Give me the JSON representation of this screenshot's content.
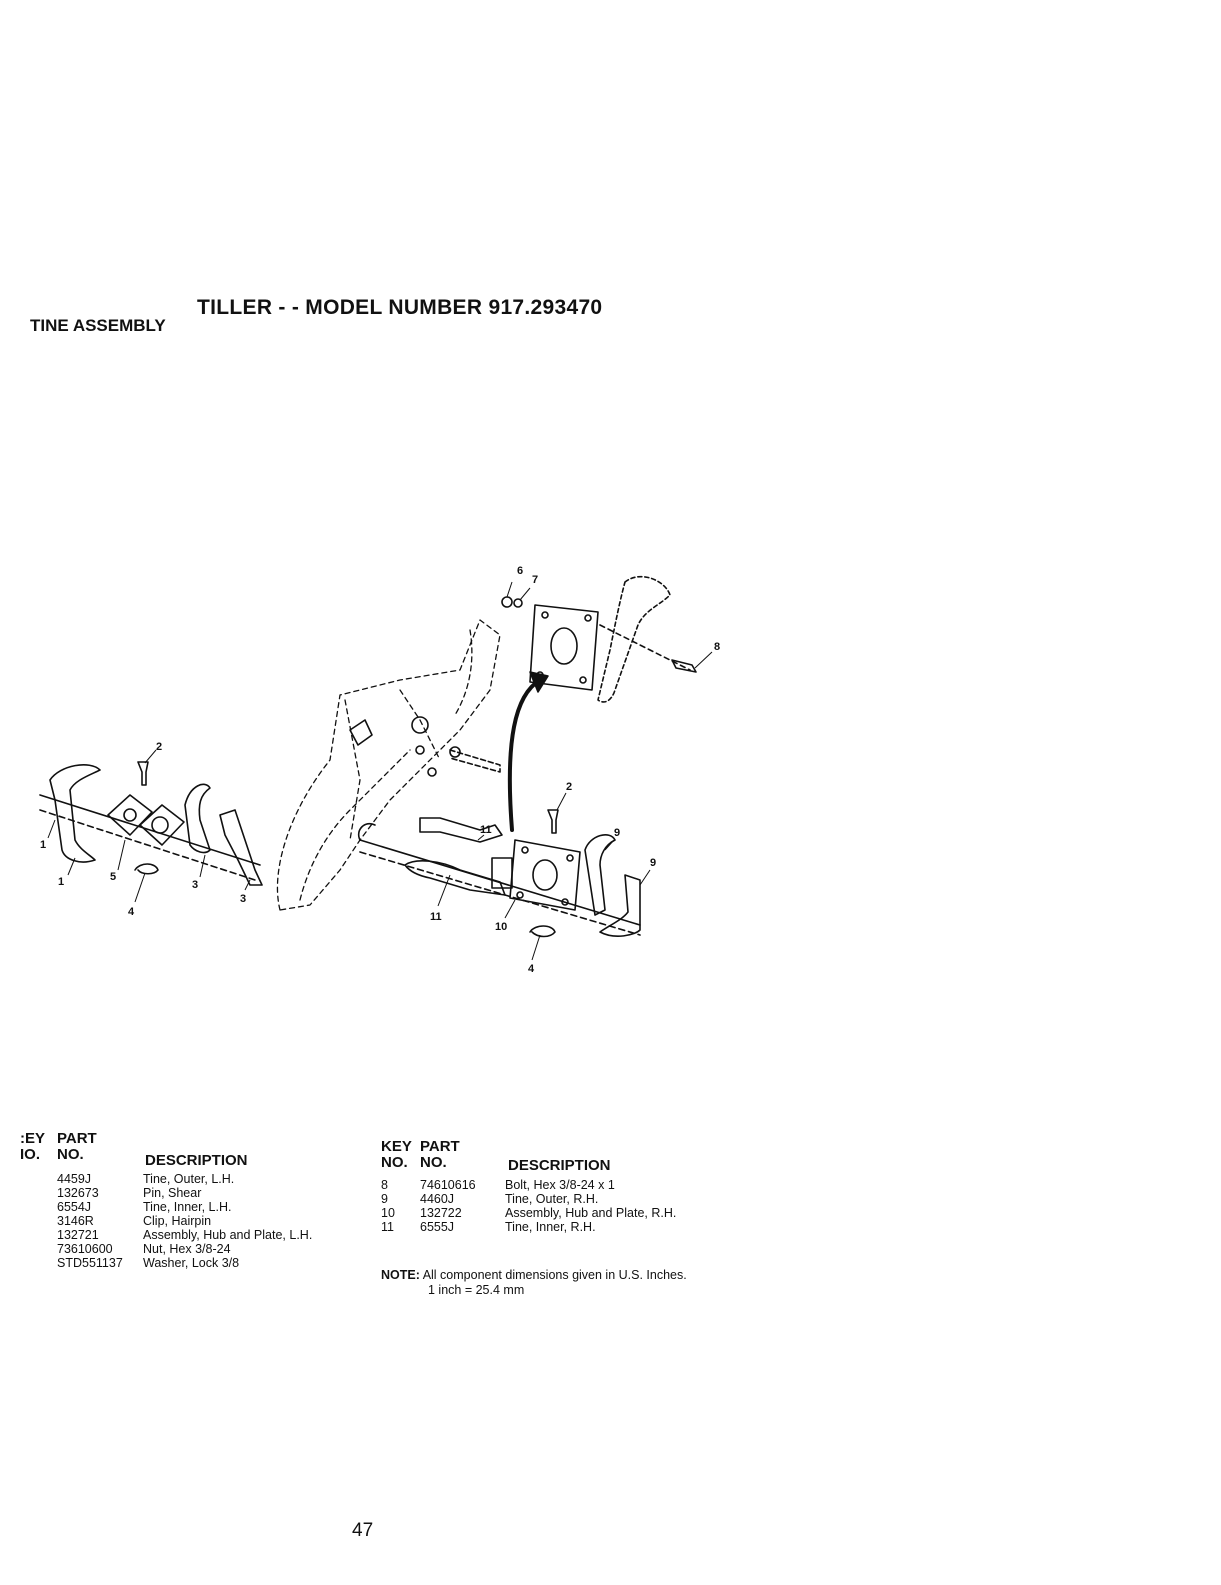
{
  "header": {
    "title": "TILLER - - MODEL NUMBER 917.293470",
    "section": "TINE ASSEMBLY"
  },
  "diagram": {
    "callouts": [
      "6",
      "7",
      "8",
      "2",
      "1",
      "1",
      "5",
      "4",
      "3",
      "3",
      "11",
      "2",
      "9",
      "9",
      "11",
      "10",
      "4"
    ]
  },
  "left_table": {
    "headers": {
      "key_line1": ":EY",
      "key_line2": "IO.",
      "part_line1": "PART",
      "part_line2": "NO.",
      "description": "DESCRIPTION"
    },
    "rows": [
      {
        "part": "4459J",
        "description": "Tine, Outer, L.H."
      },
      {
        "part": "132673",
        "description": "Pin, Shear"
      },
      {
        "part": "6554J",
        "description": "Tine, Inner, L.H."
      },
      {
        "part": "3146R",
        "description": "Clip, Hairpin"
      },
      {
        "part": "132721",
        "description": "Assembly, Hub and Plate, L.H."
      },
      {
        "part": "73610600",
        "description": "Nut, Hex 3/8-24"
      },
      {
        "part": "STD551137",
        "description": "Washer, Lock 3/8"
      }
    ]
  },
  "right_table": {
    "headers": {
      "key_line1": "KEY",
      "key_line2": "NO.",
      "part_line1": "PART",
      "part_line2": "NO.",
      "description": "DESCRIPTION"
    },
    "rows": [
      {
        "key": "8",
        "part": "74610616",
        "description": "Bolt, Hex 3/8-24 x 1"
      },
      {
        "key": "9",
        "part": "4460J",
        "description": "Tine, Outer, R.H."
      },
      {
        "key": "10",
        "part": "132722",
        "description": "Assembly, Hub and Plate, R.H."
      },
      {
        "key": "11",
        "part": "6555J",
        "description": "Tine, Inner, R.H."
      }
    ]
  },
  "note": {
    "label": "NOTE:",
    "line1": "All component dimensions given in U.S. Inches.",
    "line2": "1 inch = 25.4 mm"
  },
  "page_number": "47"
}
